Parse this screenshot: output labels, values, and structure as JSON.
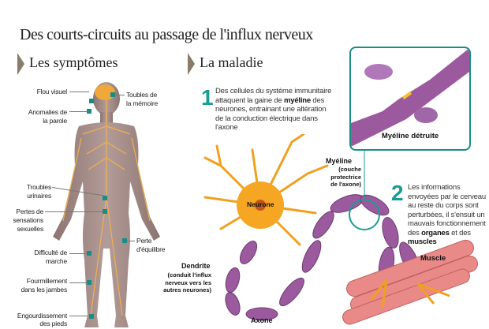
{
  "title": "Des courts-circuits au passage de l'influx nerveux",
  "symptoms": {
    "heading": "Les symptômes",
    "items": [
      {
        "label": "Flou visuel"
      },
      {
        "label": "Toubles de la mémoire"
      },
      {
        "label": "Anomalies de la parole"
      },
      {
        "label": "Troubles urinaires"
      },
      {
        "label": "Pertes de sensations sexuelles"
      },
      {
        "label": "Perte d'équilibre"
      },
      {
        "label": "Difficulté de marche"
      },
      {
        "label": "Fourmillement dans les jambes"
      },
      {
        "label": "Engourdissement des pieds"
      }
    ]
  },
  "disease": {
    "heading": "La maladie",
    "step1": {
      "number": "1",
      "text_a": "Des cellules du système immunitaire attaquent la gaine de ",
      "bold": "myéline",
      "text_b": " des neurones, entrainant une altération de la conduction électrique dans l'axone"
    },
    "inset_label": "Myéline détruite",
    "step2": {
      "number": "2",
      "text_a": "Les informations envoyées par le cerveau au reste du corps sont perturbées, il s'ensuit un mauvais fonctionnement des ",
      "bold1": "organes",
      "text_b": " et des ",
      "bold2": "muscles"
    },
    "labels": {
      "myeline": "Myéline",
      "myeline_note": "(couche protectrice de l'axone)",
      "neurone": "Neurone",
      "dendrite": "Dendrite",
      "dendrite_note": "(conduit l'influx nerveux vers les autres neurones)",
      "axone": "Axone",
      "muscle": "Muscle"
    }
  },
  "colors": {
    "accent": "#1a9c95",
    "neuron": "#f5a623",
    "myelin": "#9b5a9e",
    "muscle": "#e98a88"
  }
}
